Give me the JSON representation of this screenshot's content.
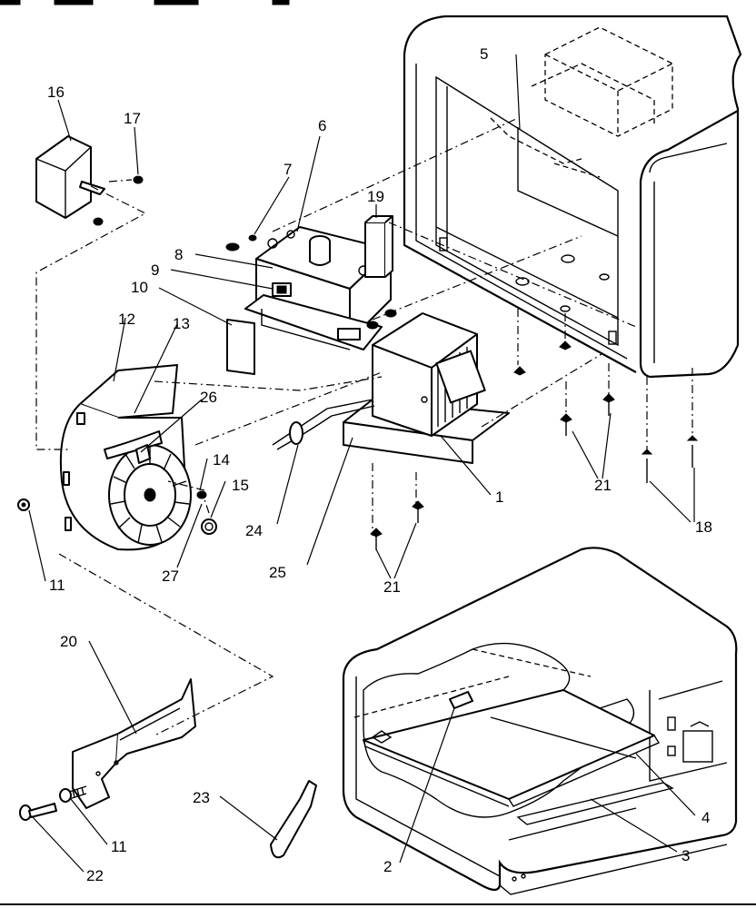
{
  "callouts": {
    "c1": "1",
    "c2": "2",
    "c3": "3",
    "c4": "4",
    "c5": "5",
    "c6": "6",
    "c7": "7",
    "c8": "8",
    "c9": "9",
    "c10": "10",
    "c11a": "11",
    "c11b": "11",
    "c12": "12",
    "c13": "13",
    "c14": "14",
    "c15": "15",
    "c16": "16",
    "c17": "17",
    "c18": "18",
    "c19": "19",
    "c20": "20",
    "c21a": "21",
    "c21b": "21",
    "c22": "22",
    "c23": "23",
    "c24": "24",
    "c25": "25",
    "c26": "26",
    "c27": "27"
  }
}
